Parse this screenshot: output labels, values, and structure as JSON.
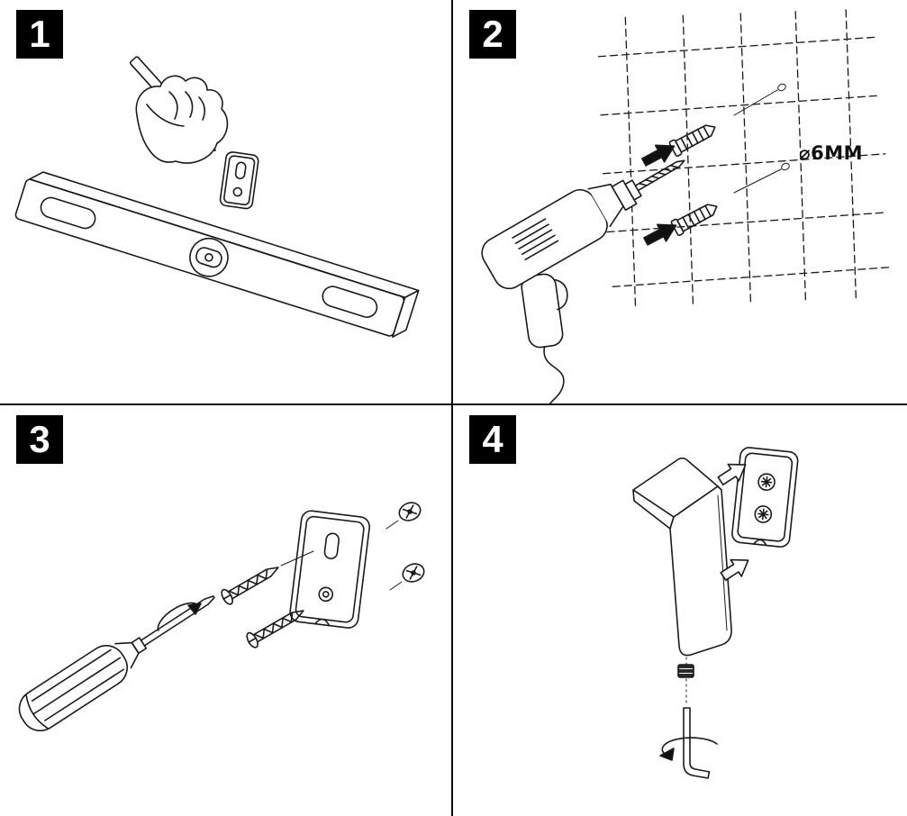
{
  "document": {
    "kind": "assembly-instruction-sheet",
    "colors": {
      "background": "#ffffff",
      "ink": "#1a1a1a",
      "badge_bg": "#000000",
      "badge_text": "#ffffff"
    }
  },
  "steps": [
    {
      "number": "1",
      "illustration": "spirit-level-and-pencil-marking"
    },
    {
      "number": "2",
      "illustration": "drill-holes-and-insert-wall-anchors",
      "annotation": "⌀6MM"
    },
    {
      "number": "3",
      "illustration": "fasten-wall-plate-with-screwdriver-and-screws"
    },
    {
      "number": "4",
      "illustration": "mount-hook-on-plate-and-tighten-set-screw-with-hex-key"
    }
  ]
}
